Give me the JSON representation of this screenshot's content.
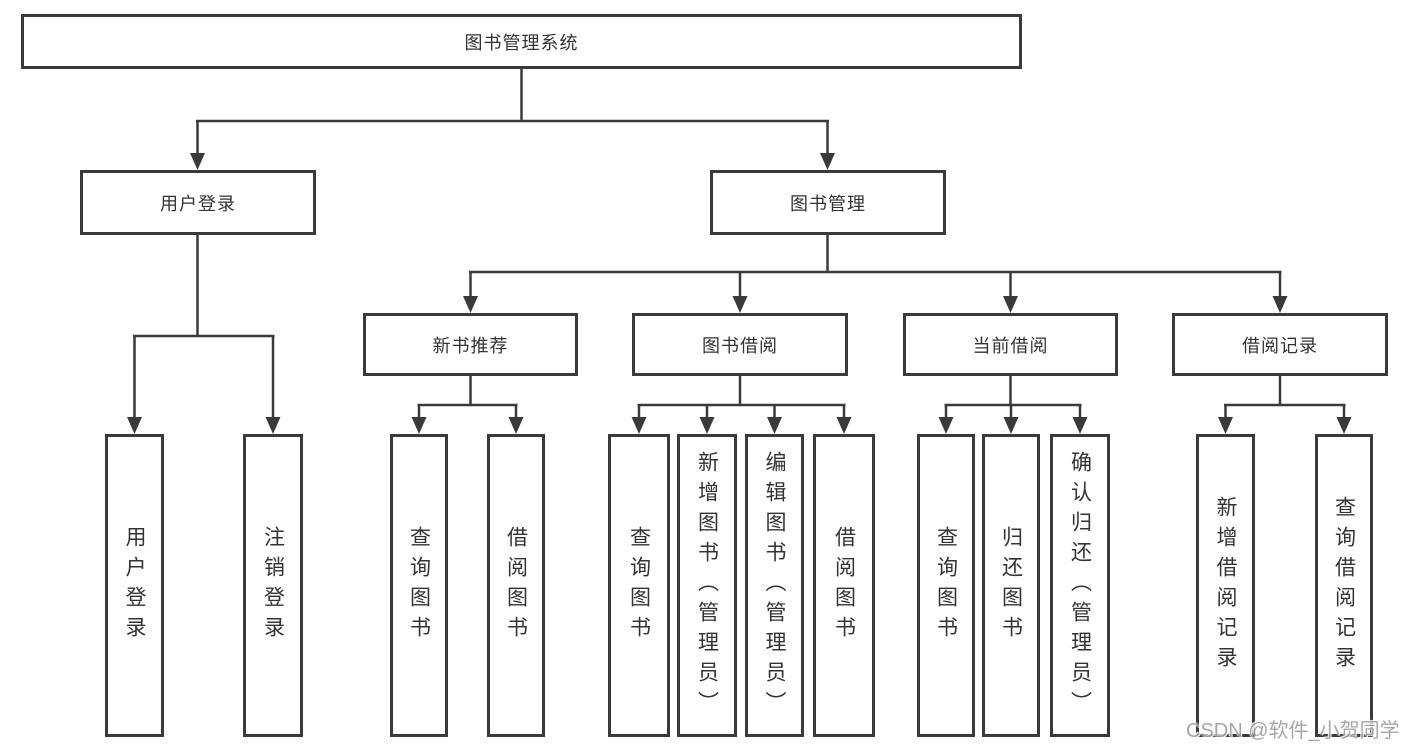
{
  "diagram": {
    "title": "图书管理系统",
    "root": {
      "label": "图书管理系统"
    },
    "level2": [
      {
        "id": "user-login",
        "parent": "图书管理系统",
        "label": "用户登录"
      },
      {
        "id": "book-management",
        "parent": "图书管理系统",
        "label": "图书管理"
      }
    ],
    "level3": [
      {
        "id": "new-book-recommend",
        "parent": "图书管理",
        "label": "新书推荐"
      },
      {
        "id": "book-borrow",
        "parent": "图书管理",
        "label": "图书借阅"
      },
      {
        "id": "current-borrow",
        "parent": "图书管理",
        "label": "当前借阅"
      },
      {
        "id": "borrow-records",
        "parent": "图书管理",
        "label": "借阅记录"
      }
    ],
    "leaves": [
      {
        "id": "user-login-action",
        "parent": "用户登录",
        "label": "用户登录"
      },
      {
        "id": "logout-action",
        "parent": "用户登录",
        "label": "注销登录"
      },
      {
        "id": "recommend-query-books",
        "parent": "新书推荐",
        "label": "查询图书"
      },
      {
        "id": "recommend-borrow-books",
        "parent": "新书推荐",
        "label": "借阅图书"
      },
      {
        "id": "borrow-query-books",
        "parent": "图书借阅",
        "label": "查询图书"
      },
      {
        "id": "borrow-add-books-admin",
        "parent": "图书借阅",
        "label": "新增图书（管理员）"
      },
      {
        "id": "borrow-edit-books-admin",
        "parent": "图书借阅",
        "label": "编辑图书（管理员）"
      },
      {
        "id": "borrow-borrow-books",
        "parent": "图书借阅",
        "label": "借阅图书"
      },
      {
        "id": "current-query-books",
        "parent": "当前借阅",
        "label": "查询图书"
      },
      {
        "id": "current-return-books",
        "parent": "当前借阅",
        "label": "归还图书"
      },
      {
        "id": "current-confirm-return-admin",
        "parent": "当前借阅",
        "label": "确认归还（管理员）"
      },
      {
        "id": "records-add-borrow-record",
        "parent": "借阅记录",
        "label": "新增借阅记录"
      },
      {
        "id": "records-query-borrow-record",
        "parent": "借阅记录",
        "label": "查询借阅记录"
      }
    ],
    "colors": {
      "line": "#3a3a3a",
      "text": "#333333",
      "background": "#ffffff"
    }
  },
  "watermark": {
    "text": "CSDN @软件_小贺同学",
    "color": "#9e9e9e"
  }
}
